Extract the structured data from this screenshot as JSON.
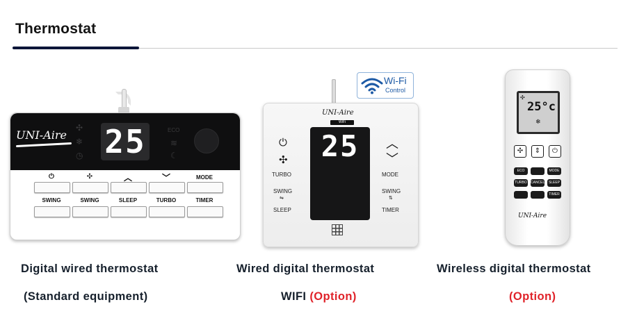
{
  "section": {
    "title": "Thermostat"
  },
  "colors": {
    "accent_bar": "#0c1538",
    "option_red": "#e0232a"
  },
  "wired": {
    "logo": "UNI-Aire",
    "display": "25",
    "eco_label": "ECO",
    "row1": [
      "⏻",
      "fan-icon",
      "up-icon",
      "down-icon",
      "MODE"
    ],
    "row1_mode": "MODE",
    "row2": [
      "SWING",
      "SWING",
      "SLEEP",
      "TURBO",
      "TIMER"
    ],
    "caption_line1": "Digital wired thermostat",
    "caption_line2": "(Standard equipment)"
  },
  "wifi": {
    "badge_wifi": "Wi-Fi",
    "badge_control": "Control",
    "logo": "UNI-Aire",
    "logo_sub": "WiFi",
    "display": "25",
    "left_labels": [
      "TURBO",
      "SWING",
      "SLEEP"
    ],
    "right_labels": [
      "MODE",
      "SWING",
      "TIMER"
    ],
    "caption_line1": "Wired digital thermostat",
    "caption_wifi": "WIFI",
    "caption_option": "(Option)"
  },
  "remote": {
    "display": "25°c",
    "logo": "UNI-Aire",
    "keys": [
      "ECO",
      "",
      "MODE",
      "TURBO",
      "CANCEL",
      "SLEEP",
      "",
      "",
      "TIMER"
    ],
    "caption_line1": "Wireless digital thermostat",
    "caption_option": "(Option)"
  }
}
